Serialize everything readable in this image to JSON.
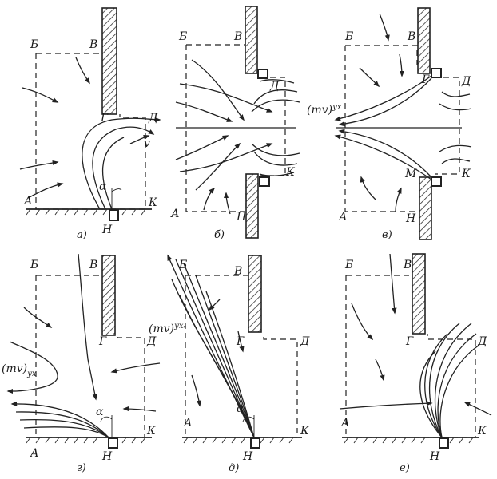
{
  "labels": {
    "B": "Б",
    "V": "В",
    "G": "Г",
    "D": "Д",
    "K": "К",
    "N": "Н",
    "A": "А",
    "M": "М",
    "alpha": "α",
    "v": "v",
    "momentum": "(mv)",
    "momentum_sub": "ух",
    "momentum_sub_x": "ухₓ"
  },
  "captions": [
    "а)",
    "б)",
    "в)",
    "г)",
    "д)",
    "е)"
  ]
}
